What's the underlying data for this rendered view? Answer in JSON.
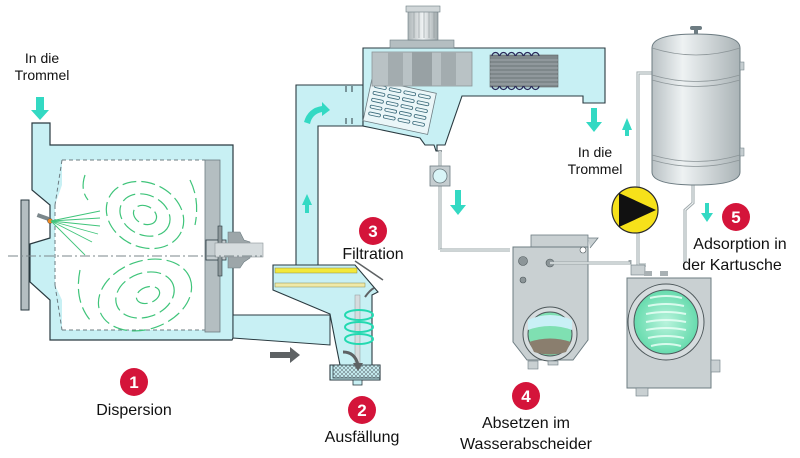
{
  "diagram": {
    "title": "Process flow: drum dispersion, precipitation, filtration, water separator and cartridge adsorption",
    "colors": {
      "fluid": "#c8f0f4",
      "outline": "#2a3a40",
      "arrow_flow": "#33d9c3",
      "arrow_sediment": "#5e6264",
      "badge": "#d4143a",
      "metal": "#c9d0d2",
      "pump": "#f6e11a",
      "filter_layer": "#f2e83a",
      "spray": "#3fc47a"
    },
    "inlet_labels": {
      "left": [
        "In die",
        "Trommel"
      ],
      "right": [
        "In die",
        "Trommel"
      ]
    },
    "steps": [
      {
        "number": "1",
        "label_lines": [
          "Dispersion"
        ]
      },
      {
        "number": "2",
        "label_lines": [
          "Ausfällung"
        ]
      },
      {
        "number": "3",
        "label_lines": [
          "Filtration"
        ]
      },
      {
        "number": "4",
        "label_lines": [
          "Absetzen im",
          "Wasserabscheider"
        ]
      },
      {
        "number": "5",
        "label_lines": [
          "Adsorption in",
          "der Kartusche"
        ]
      }
    ]
  }
}
